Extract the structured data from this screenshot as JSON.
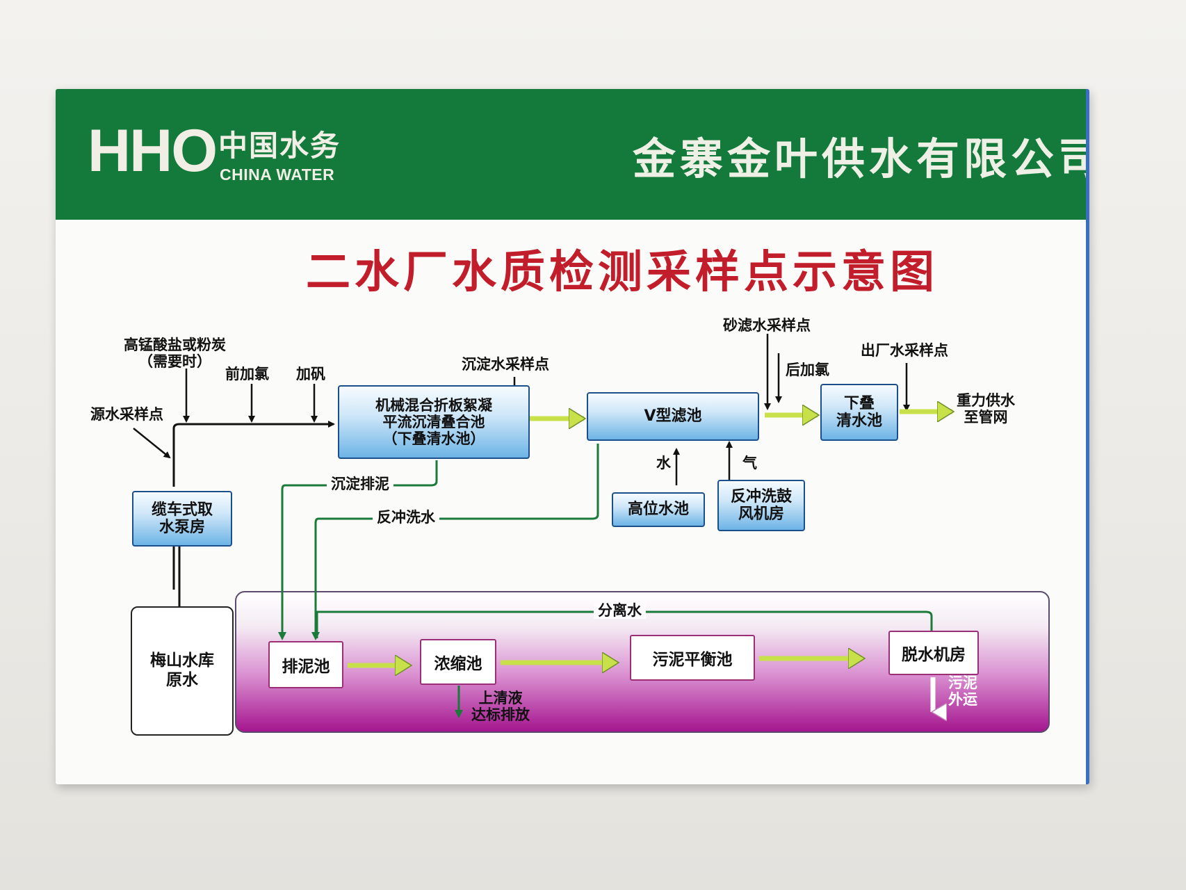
{
  "header": {
    "logo_mark": "HHO",
    "logo_cn": "中国水务",
    "logo_en": "CHINA WATER",
    "company": "金寨金叶供水有限公司",
    "color": "#137a3b"
  },
  "title": "二水厂水质检测采样点示意图",
  "nodes": {
    "pump_house": "缆车式取\n水泵房",
    "reservoir": "梅山水库\n原水",
    "sedimentation": "机械混合折板絮凝\n平流沉清叠合池\n（下叠清水池）",
    "v_filter": "V型滤池",
    "clear_well": "下叠\n清水池",
    "elevated_tank": "高位水池",
    "blower_room": "反冲洗鼓\n风机房",
    "sludge_pool": "排泥池",
    "thickener": "浓缩池",
    "balance_tank": "污泥平衡池",
    "dewatering_room": "脱水机房"
  },
  "labels": {
    "permanganate": "高锰酸盐或粉炭\n（需要时）",
    "pre_chlorine": "前加氯",
    "alum": "加矾",
    "raw_sample": "源水采样点",
    "settled_sample": "沉淀水采样点",
    "sand_filter_sample": "砂滤水采样点",
    "post_chlorine": "后加氯",
    "outlet_sample": "出厂水采样点",
    "gravity_supply": "重力供水\n至管网",
    "water": "水",
    "air": "气",
    "settle_discharge": "沉淀排泥",
    "backwash": "反冲洗水",
    "separated_water": "分离水",
    "supernatant": "上清液\n达标排放",
    "sludge_out": "污泥\n外运"
  },
  "colors": {
    "title": "#c21d2a",
    "flow_arrow": "#c8e04a",
    "return_line": "#1a7a3a",
    "sludge_band": "#a5168f"
  }
}
